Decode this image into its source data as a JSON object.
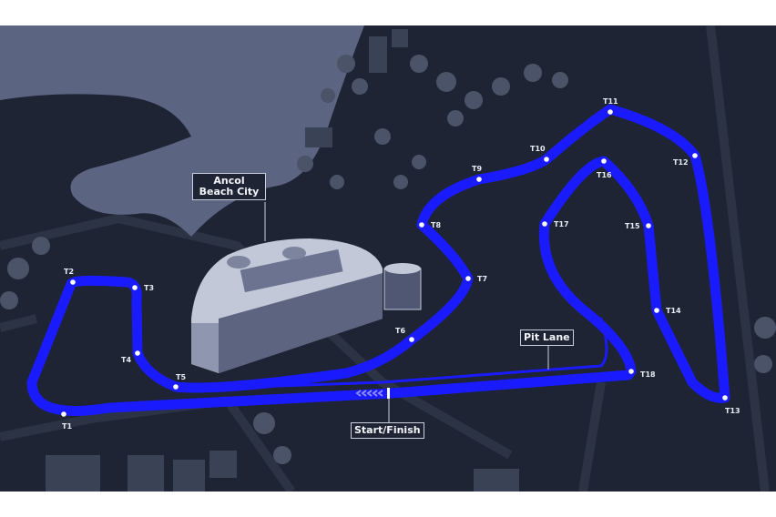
{
  "colors": {
    "background": "#1e2433",
    "track": "#1a1aff",
    "water": "#5b6481",
    "road": "#2b3345",
    "building": "#c3c8d8"
  },
  "landmarks": {
    "venue": "Ancol Beach City",
    "pit_lane": "Pit Lane",
    "start_finish": "Start/Finish"
  },
  "turns": [
    "T1",
    "T2",
    "T3",
    "T4",
    "T5",
    "T6",
    "T7",
    "T8",
    "T9",
    "T10",
    "T11",
    "T12",
    "T13",
    "T14",
    "T15",
    "T16",
    "T17",
    "T18"
  ]
}
